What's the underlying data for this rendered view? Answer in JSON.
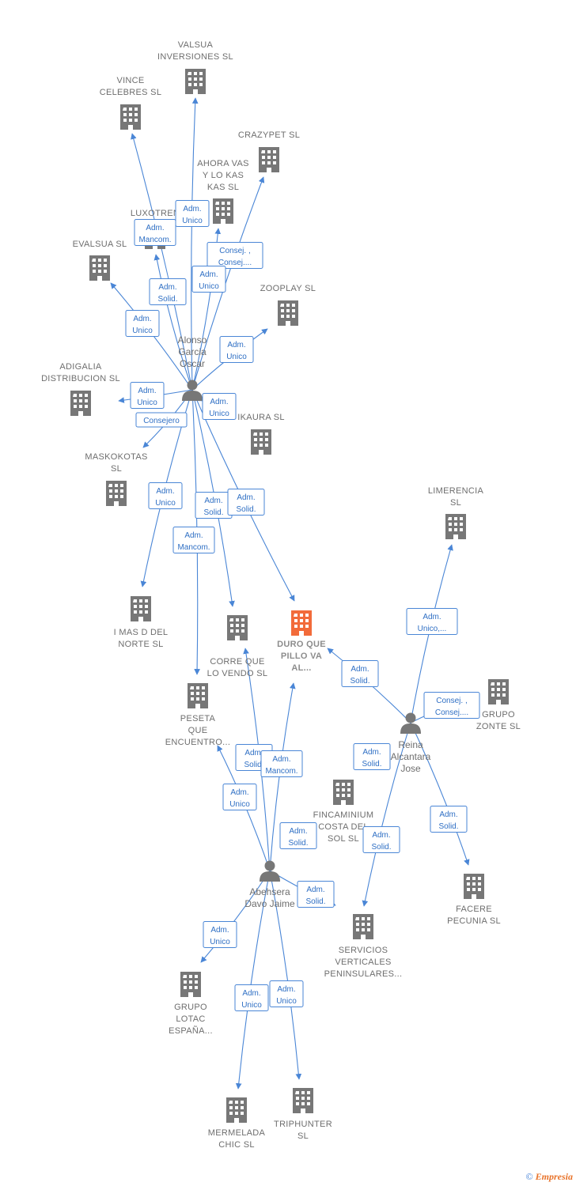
{
  "colors": {
    "edge": "#4a86d6",
    "company": "#777777",
    "focus_company": "#f26b3a",
    "person": "#777777"
  },
  "companies": [
    {
      "id": "valsua",
      "lines": [
        "VALSUA",
        "INVERSIONES SL"
      ]
    },
    {
      "id": "vince",
      "lines": [
        "VINCE",
        "CELEBRES SL"
      ]
    },
    {
      "id": "crazypet",
      "lines": [
        "CRAZYPET SL"
      ]
    },
    {
      "id": "ahora",
      "lines": [
        "AHORA VAS",
        "Y LO KAS",
        "KAS SL"
      ]
    },
    {
      "id": "luxotren",
      "lines": [
        "LUXOTREN"
      ]
    },
    {
      "id": "evalsua",
      "lines": [
        "EVALSUA SL"
      ]
    },
    {
      "id": "zooplay",
      "lines": [
        "ZOOPLAY SL"
      ]
    },
    {
      "id": "adigalia",
      "lines": [
        "ADIGALIA",
        "DISTRIBUCION SL"
      ]
    },
    {
      "id": "ikaura",
      "lines": [
        "IKAURA SL"
      ]
    },
    {
      "id": "maskokotas",
      "lines": [
        "MASKOKOTAS",
        "SL"
      ]
    },
    {
      "id": "limerencia",
      "lines": [
        "LIMERENCIA",
        "SL"
      ]
    },
    {
      "id": "imasd",
      "lines": [
        "I MAS D DEL",
        "NORTE SL"
      ]
    },
    {
      "id": "correque",
      "lines": [
        "CORRE QUE",
        "LO VENDO SL"
      ]
    },
    {
      "id": "duroque",
      "lines": [
        "DURO QUE",
        "PILLO VA",
        "AL..."
      ],
      "focus": true
    },
    {
      "id": "peseta",
      "lines": [
        "PESETA",
        "QUE",
        "ENCUENTRO..."
      ]
    },
    {
      "id": "grupozonte",
      "lines": [
        "GRUPO",
        "ZONTE SL"
      ]
    },
    {
      "id": "fincaminium",
      "lines": [
        "FINCAMINIUM",
        "COSTA DEL",
        "SOL SL"
      ]
    },
    {
      "id": "facere",
      "lines": [
        "FACERE",
        "PECUNIA SL"
      ]
    },
    {
      "id": "servicios",
      "lines": [
        "SERVICIOS",
        "VERTICALES",
        "PENINSULARES..."
      ]
    },
    {
      "id": "grupolotac",
      "lines": [
        "GRUPO",
        "LOTAC",
        "ESPAÑA..."
      ]
    },
    {
      "id": "mermelada",
      "lines": [
        "MERMELADA",
        "CHIC SL"
      ]
    },
    {
      "id": "triphunter",
      "lines": [
        "TRIPHUNTER",
        "SL"
      ]
    }
  ],
  "persons": [
    {
      "id": "alonso",
      "lines": [
        "Alonso",
        "Garcia",
        "Oscar"
      ]
    },
    {
      "id": "reina",
      "lines": [
        "Reina",
        "Alcantara",
        "Jose"
      ]
    },
    {
      "id": "abehsera",
      "lines": [
        "Abehsera",
        "Davo Jaime"
      ]
    }
  ],
  "roles": [
    {
      "id": "r1",
      "lines": [
        "Adm.",
        "Unico"
      ]
    },
    {
      "id": "r2",
      "lines": [
        "Adm.",
        "Mancom."
      ]
    },
    {
      "id": "r3",
      "lines": [
        "Consej. ,",
        "Consej...."
      ]
    },
    {
      "id": "r4",
      "lines": [
        "Adm.",
        "Unico"
      ]
    },
    {
      "id": "r5",
      "lines": [
        "Adm.",
        "Solid."
      ]
    },
    {
      "id": "r6",
      "lines": [
        "Adm.",
        "Unico"
      ]
    },
    {
      "id": "r7",
      "lines": [
        "Adm.",
        "Unico"
      ]
    },
    {
      "id": "r8",
      "lines": [
        "Adm.",
        "Unico"
      ]
    },
    {
      "id": "r9",
      "lines": [
        "Adm.",
        "Unico"
      ]
    },
    {
      "id": "r10",
      "lines": [
        "Consejero"
      ]
    },
    {
      "id": "r11",
      "lines": [
        "Adm.",
        "Unico"
      ]
    },
    {
      "id": "r12",
      "lines": [
        "Adm.",
        "Solid."
      ]
    },
    {
      "id": "r13",
      "lines": [
        "Adm.",
        "Solid."
      ]
    },
    {
      "id": "r14",
      "lines": [
        "Adm.",
        "Mancom."
      ]
    },
    {
      "id": "r15",
      "lines": [
        "Adm.",
        "Unico,..."
      ]
    },
    {
      "id": "r16",
      "lines": [
        "Adm.",
        "Solid."
      ]
    },
    {
      "id": "r17",
      "lines": [
        "Consej. ,",
        "Consej...."
      ]
    },
    {
      "id": "r18",
      "lines": [
        "Adm.",
        "Solid."
      ]
    },
    {
      "id": "r19",
      "lines": [
        "Adm.",
        "Solid."
      ]
    },
    {
      "id": "r20",
      "lines": [
        "Adm.",
        "Solid."
      ]
    },
    {
      "id": "r21",
      "lines": [
        "Adm.",
        "Mancom."
      ]
    },
    {
      "id": "r22",
      "lines": [
        "Adm.",
        "Unico"
      ]
    },
    {
      "id": "r23",
      "lines": [
        "Adm.",
        "Solid."
      ]
    },
    {
      "id": "r24",
      "lines": [
        "Adm.",
        "Solid."
      ]
    },
    {
      "id": "r25",
      "lines": [
        "Adm.",
        "Solid."
      ]
    },
    {
      "id": "r26",
      "lines": [
        "Adm.",
        "Unico"
      ]
    },
    {
      "id": "r27",
      "lines": [
        "Adm.",
        "Unico"
      ]
    },
    {
      "id": "r28",
      "lines": [
        "Adm.",
        "Unico"
      ]
    }
  ],
  "footer": {
    "copyright": "©",
    "brand": "Empresia"
  }
}
